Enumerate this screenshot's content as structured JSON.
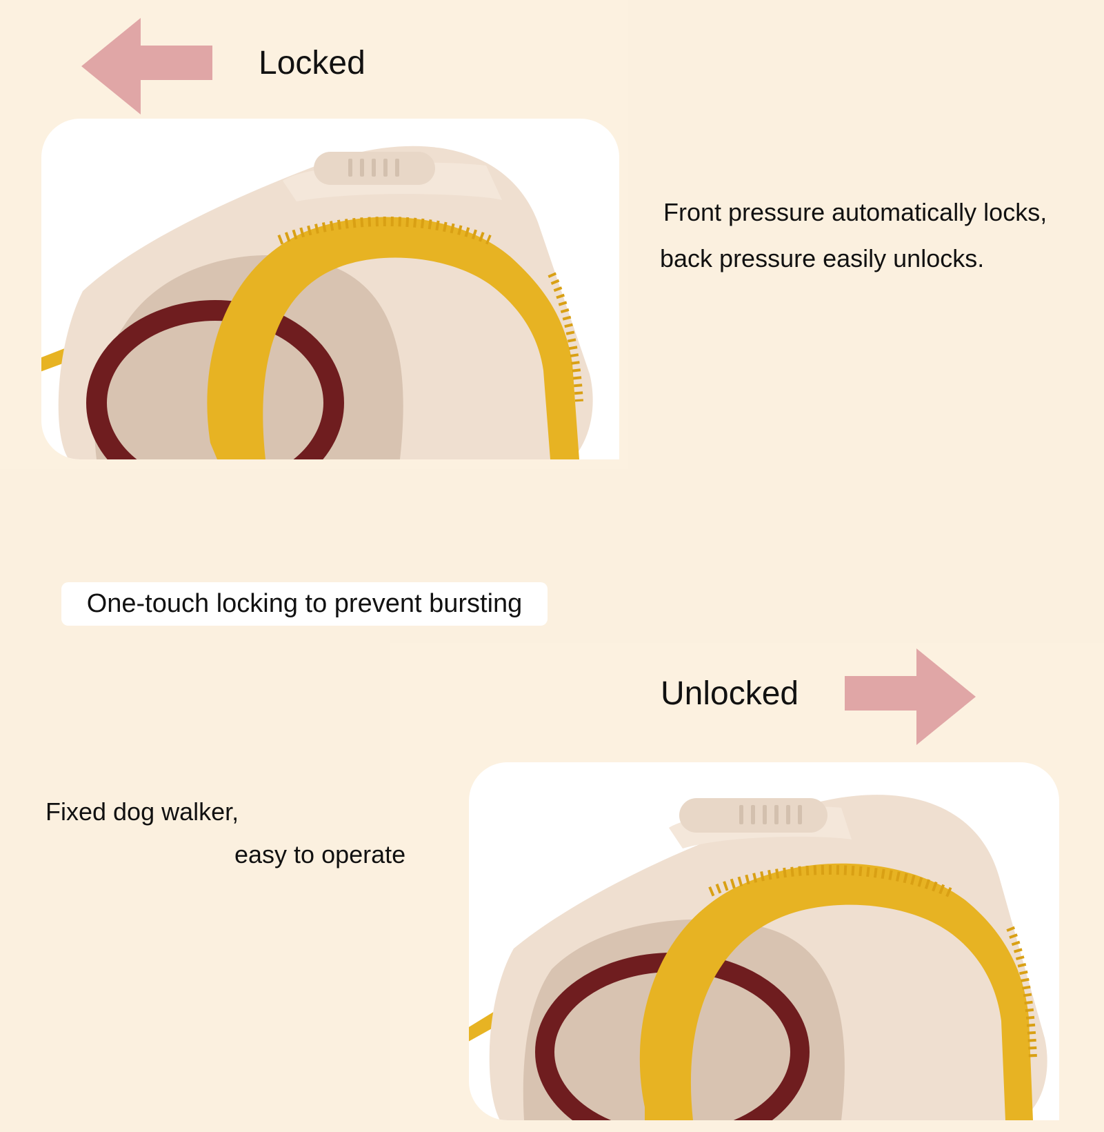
{
  "colors": {
    "background": "#fbf0df",
    "arrow": "#e0a6a6",
    "card": "#ffffff",
    "handle": "#e7b323",
    "body": "#efdfd0",
    "accent_ring": "#6f1d1f"
  },
  "top_section": {
    "heading": "Locked",
    "description_lines": [
      "Front pressure automatically locks,",
      "back pressure easily unlocks."
    ],
    "arrow_icon": "arrow-left"
  },
  "banner": {
    "text": "One-touch locking to prevent bursting"
  },
  "bottom_section": {
    "heading": "Unlocked",
    "description_lines": [
      "Fixed dog walker,",
      "easy to operate"
    ],
    "arrow_icon": "arrow-right"
  }
}
